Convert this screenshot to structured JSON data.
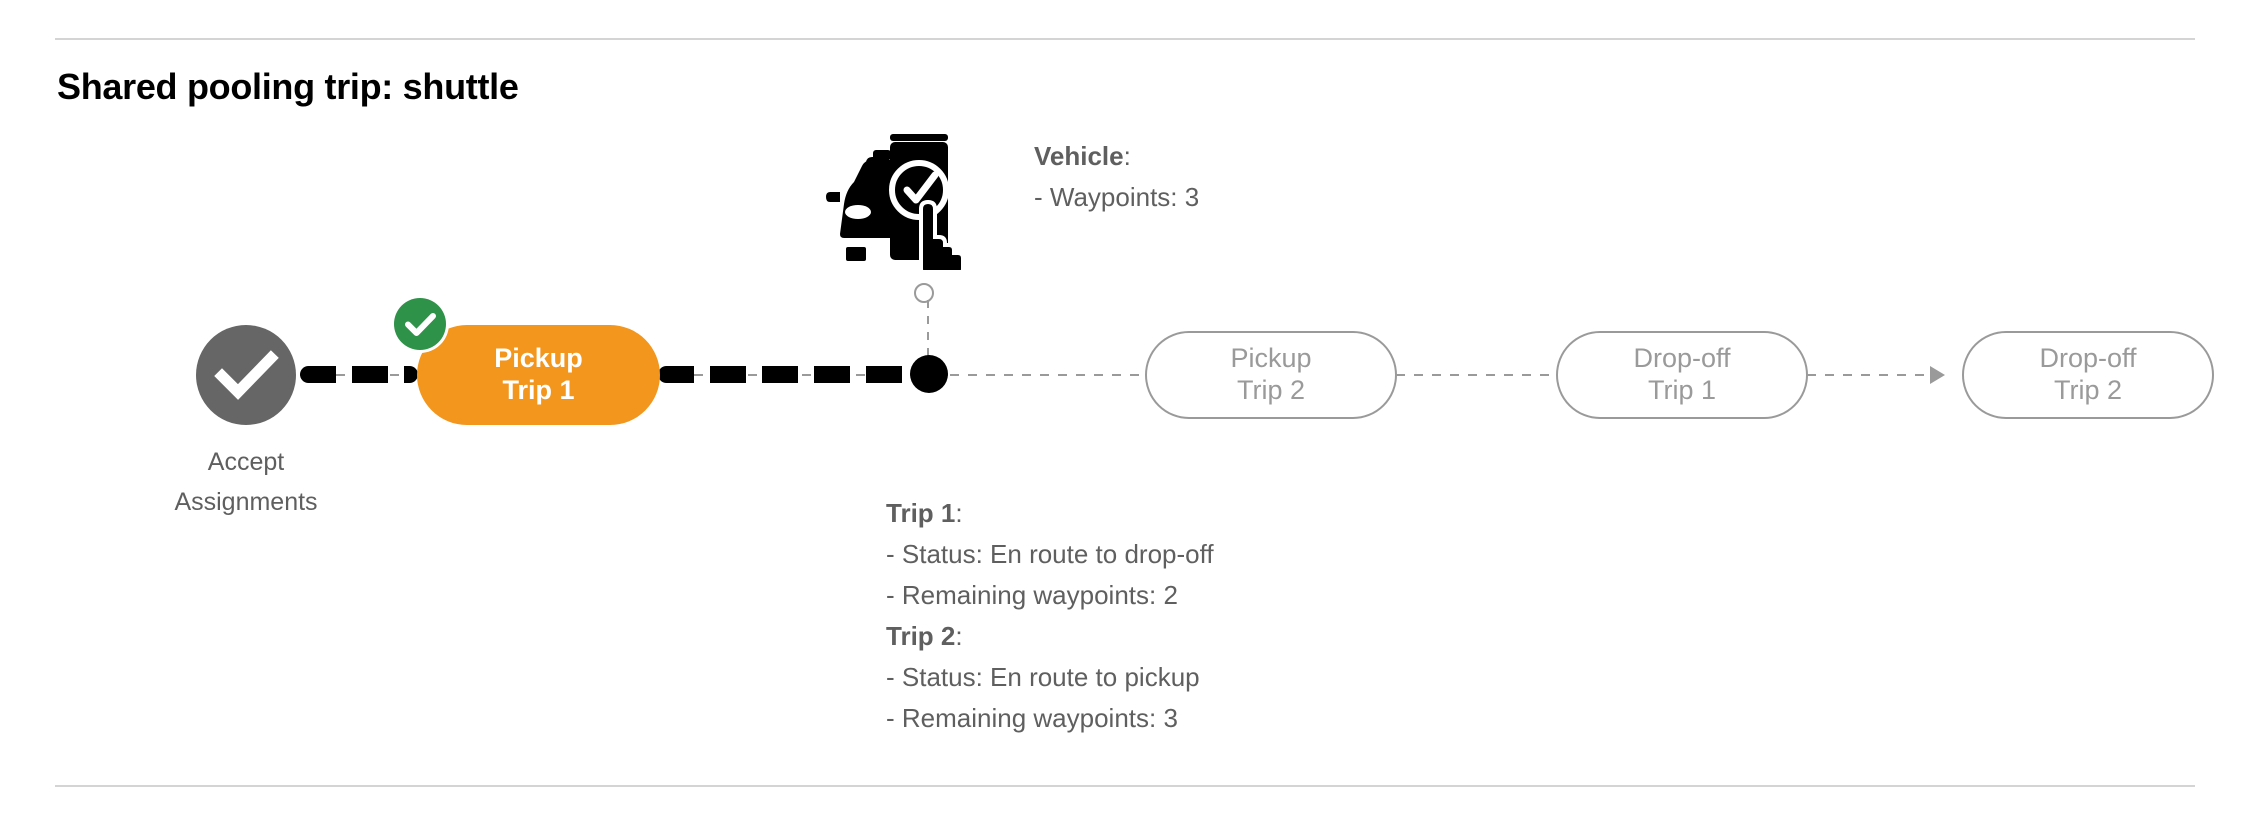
{
  "page": {
    "title": "Shared pooling trip: shuttle"
  },
  "timeline": {
    "start_node": {
      "icon": "check-circle-icon",
      "label": "Accept\nAssignments",
      "color": "#666666"
    },
    "steps": [
      {
        "id": "pickup-trip-1",
        "label": "Pickup\nTrip 1",
        "state": "completed",
        "color": "#F2961E",
        "badge_icon": "check-badge-icon",
        "badge_color": "#2F9249"
      },
      {
        "id": "pickup-trip-2",
        "label": "Pickup\nTrip 2",
        "state": "pending",
        "color": "#9A9A9A"
      },
      {
        "id": "dropoff-trip-1",
        "label": "Drop-off\nTrip 1",
        "state": "pending",
        "color": "#9A9A9A"
      },
      {
        "id": "dropoff-trip-2",
        "label": "Drop-off\nTrip 2",
        "state": "pending",
        "color": "#9A9A9A"
      }
    ],
    "current_position": {
      "marker_icon": "current-position-dot",
      "color": "#000000"
    }
  },
  "vehicle_info": {
    "icon": "vehicle-phone-check-icon",
    "heading": "Vehicle",
    "heading_suffix": ":",
    "lines": [
      "- Waypoints: 3"
    ]
  },
  "trip_info": {
    "trip1": {
      "heading": "Trip 1",
      "heading_suffix": ":",
      "status_line": "- Status:  En route to drop-off",
      "waypoints_line": "- Remaining waypoints: 2"
    },
    "trip2": {
      "heading": "Trip 2",
      "heading_suffix": ":",
      "status_line": "- Status:  En route to pickup",
      "waypoints_line": "- Remaining waypoints: 3"
    }
  }
}
